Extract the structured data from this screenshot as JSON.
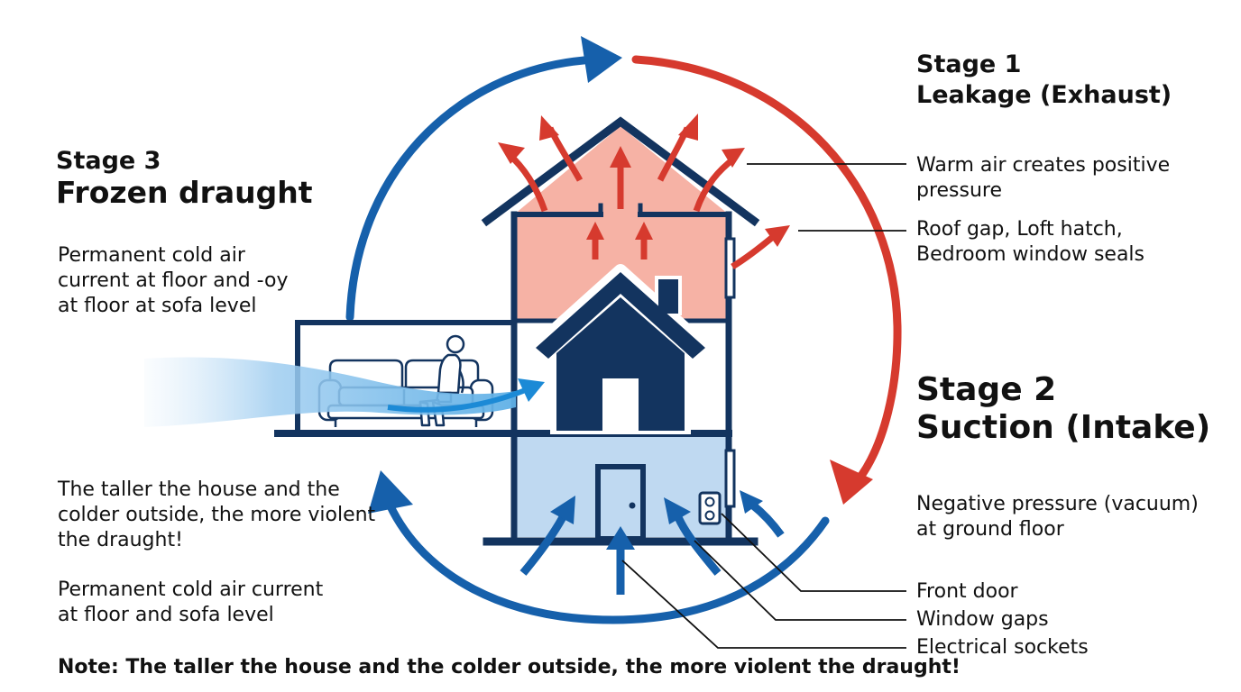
{
  "stage1": {
    "title": "Stage 1",
    "subtitle": "Leakage (Exhaust)"
  },
  "stage2": {
    "title": "Stage 2",
    "subtitle": "Suction (Intake)"
  },
  "stage3": {
    "title": "Stage 3",
    "subtitle": "Frozen draught"
  },
  "callouts": {
    "warm_air": [
      "Warm air creates positive",
      "pressure"
    ],
    "roof_gap": [
      "Roof gap, Loft hatch,",
      "Bedroom window seals"
    ],
    "negative_pressure": [
      "Negative pressure (vacuum)",
      "at ground floor"
    ],
    "front_door": "Front door",
    "window_gaps": "Window gaps",
    "electrical_sockets": "Electrical sockets"
  },
  "left_text": {
    "cold_current_1": [
      "Permanent cold air",
      "current at floor and -oy",
      "at floor at sofa level"
    ],
    "taller_house": [
      "The taller the house and the",
      "colder outside, the more violent",
      "the draught!"
    ],
    "cold_current_2": [
      "Permanent cold air current",
      "at floor and sofa level"
    ]
  },
  "note": "Note: The taller the house and the colder outside, the more violent the draught!",
  "colors": {
    "navy": "#13345f",
    "blue_arrow": "#1660ab",
    "red_arrow": "#d63a2e",
    "upper_fill": "#f6b2a5",
    "lower_fill": "#bfd9f1"
  },
  "icons": [
    "circular-airflow-arrows",
    "house-icon",
    "sofa-icon",
    "person-icon",
    "socket-icon"
  ]
}
